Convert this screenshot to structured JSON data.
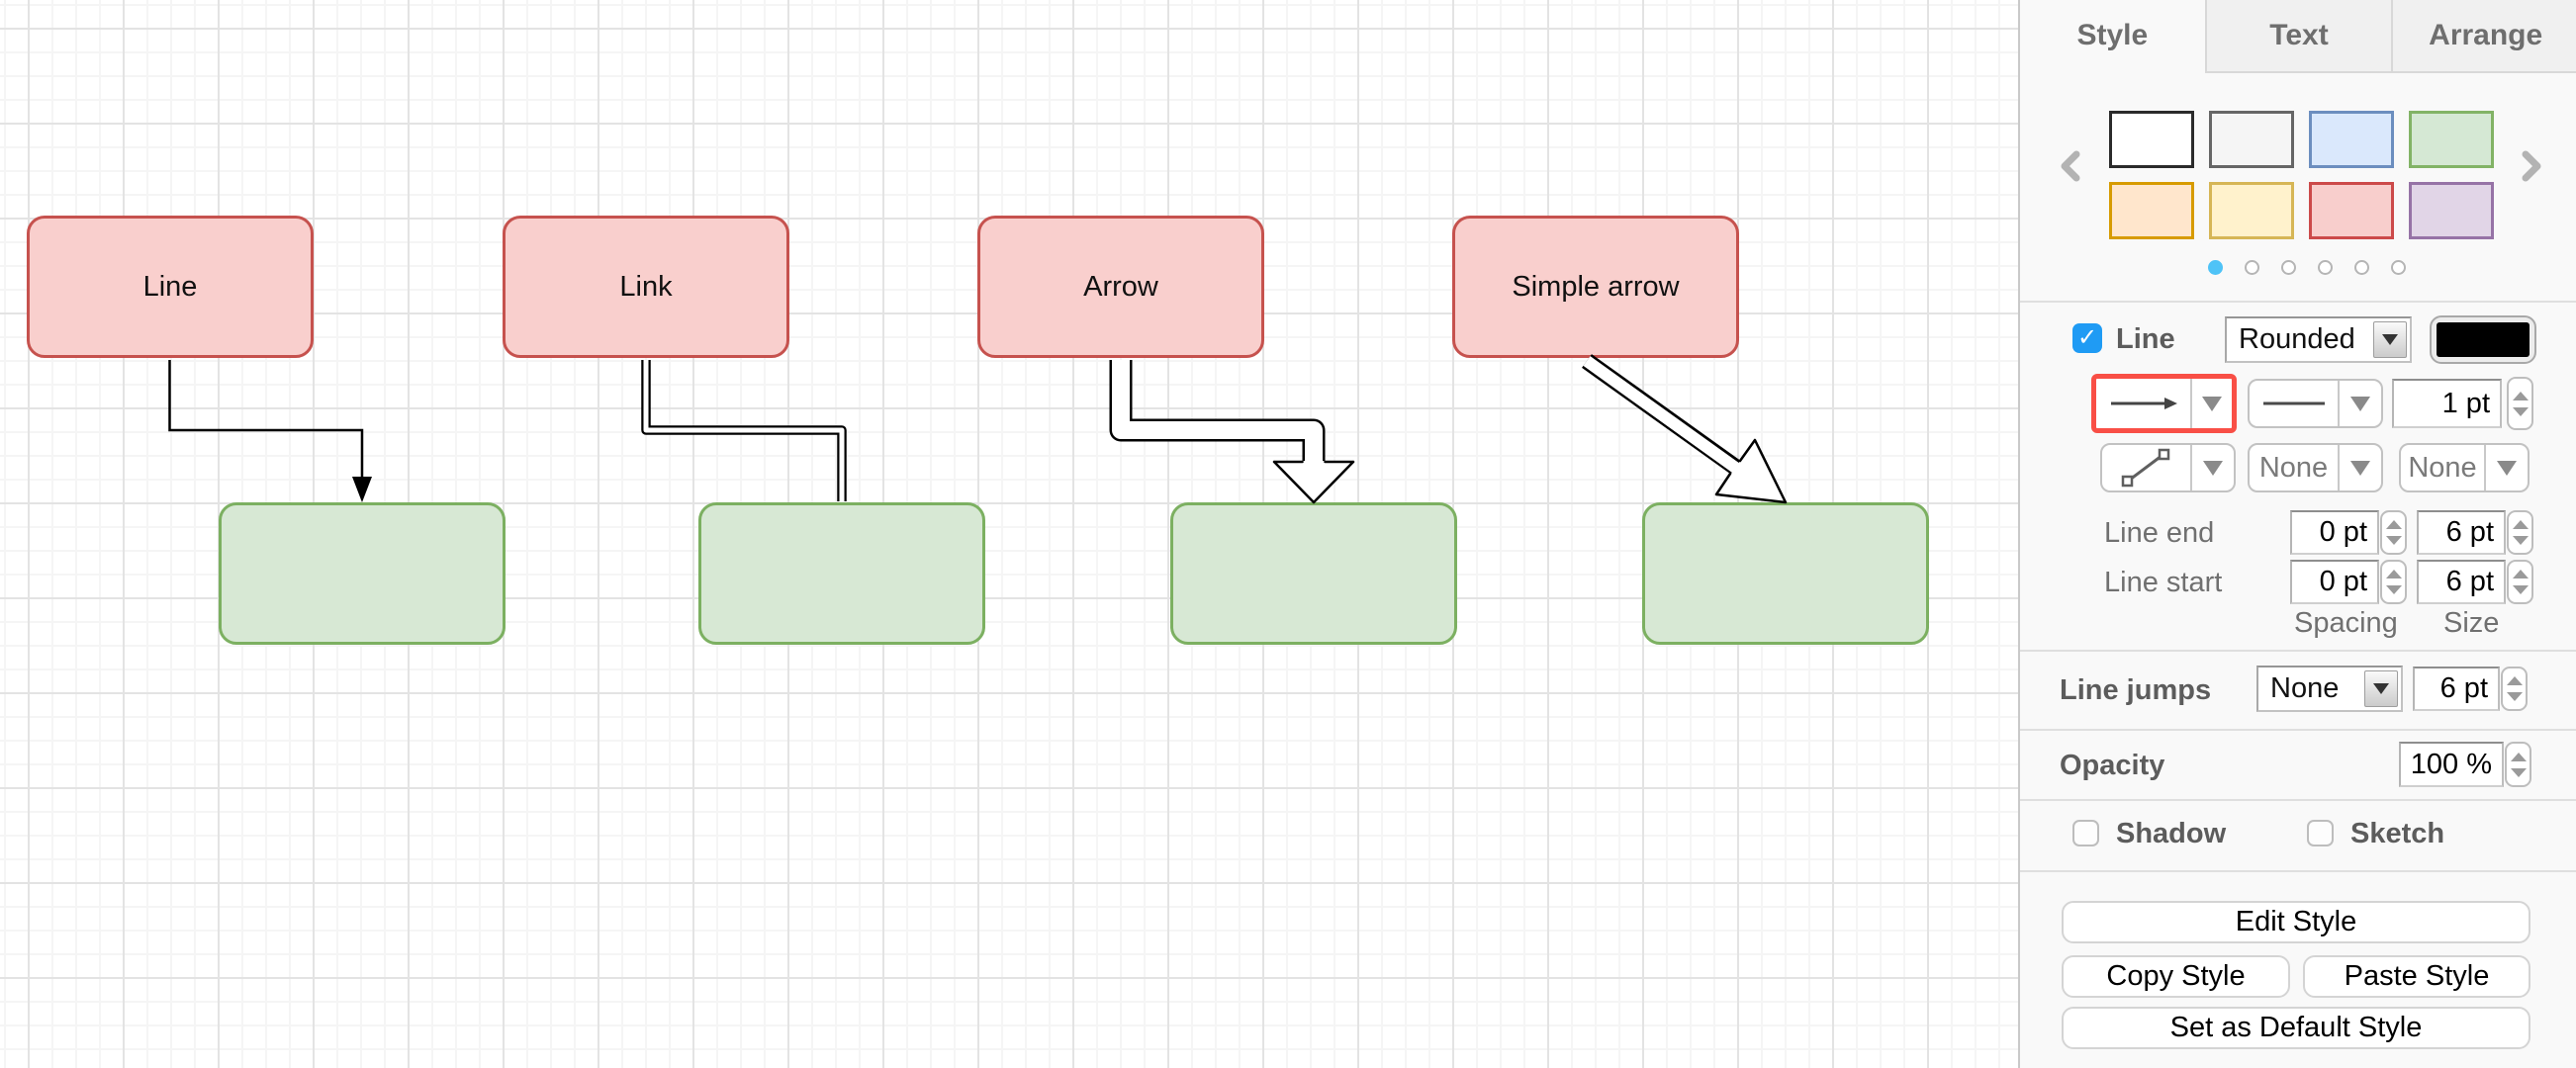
{
  "canvas": {
    "node_styles": {
      "source": {
        "fill": "#f9cfcd",
        "stroke": "#c6524e"
      },
      "target": {
        "fill": "#d7e8d4",
        "stroke": "#7cb061"
      }
    },
    "nodes": [
      {
        "label": "Line"
      },
      {
        "label": "Link"
      },
      {
        "label": "Arrow"
      },
      {
        "label": "Simple arrow"
      }
    ],
    "edges": [
      {
        "type": "line"
      },
      {
        "type": "link"
      },
      {
        "type": "arrow"
      },
      {
        "type": "simple-arrow"
      }
    ]
  },
  "panel": {
    "tabs": [
      {
        "label": "Style"
      },
      {
        "label": "Text"
      },
      {
        "label": "Arrange"
      }
    ],
    "swatches": [
      {
        "fill": "#ffffff",
        "stroke": "#2b2b2b"
      },
      {
        "fill": "#f5f5f5",
        "stroke": "#666666"
      },
      {
        "fill": "#dae8fc",
        "stroke": "#6c8ebf"
      },
      {
        "fill": "#d5e8d4",
        "stroke": "#82b366"
      },
      {
        "fill": "#ffe6cc",
        "stroke": "#d79b00"
      },
      {
        "fill": "#fff2cc",
        "stroke": "#d6b656"
      },
      {
        "fill": "#f8cecc",
        "stroke": "#cc4a4a"
      },
      {
        "fill": "#e1d5e7",
        "stroke": "#9673a6"
      }
    ],
    "pages": {
      "count": 6,
      "active": 1
    },
    "line": {
      "label": "Line",
      "checked": true,
      "style_value": "Rounded",
      "width_value": "1 pt",
      "waypoint_none_1": "None",
      "waypoint_none_2": "None"
    },
    "line_end": {
      "label": "Line end",
      "spacing": "0 pt",
      "size": "6 pt"
    },
    "line_start": {
      "label": "Line start",
      "spacing": "0 pt",
      "size": "6 pt"
    },
    "spacing_label": "Spacing",
    "size_label": "Size",
    "line_jumps": {
      "label": "Line jumps",
      "value": "None",
      "size": "6 pt"
    },
    "opacity": {
      "label": "Opacity",
      "value": "100 %"
    },
    "shadow": {
      "label": "Shadow",
      "checked": false
    },
    "sketch": {
      "label": "Sketch",
      "checked": false
    },
    "actions": {
      "edit": "Edit Style",
      "copy": "Copy Style",
      "paste": "Paste Style",
      "set_default": "Set as Default Style"
    },
    "accent": {
      "selected_outline": "#f94f46",
      "checkbox_blue": "#1f9bf4",
      "active_dot": "#4fc3f7",
      "line_color": "#000000"
    }
  }
}
